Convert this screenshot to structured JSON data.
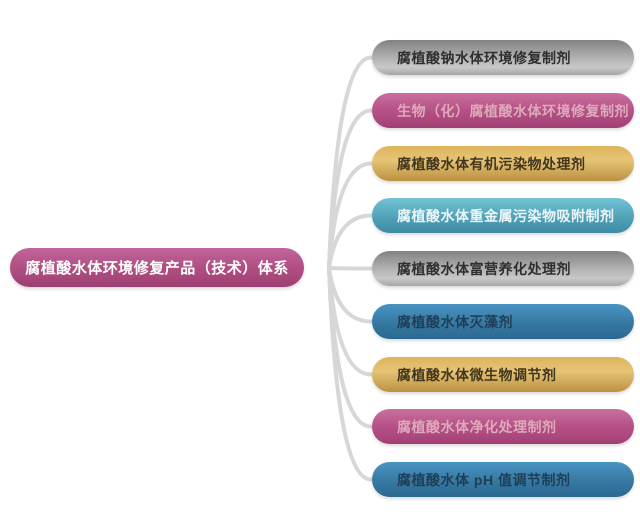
{
  "diagram": {
    "root": {
      "label": "腐植酸水体环境修复产品（技术）体系",
      "palette": "pinkRoot"
    },
    "branches": [
      {
        "label": "腐植酸钠水体环境修复制剂",
        "palette": "silver"
      },
      {
        "label": "生物（化）腐植酸水体环境修复制剂",
        "palette": "pink"
      },
      {
        "label": "腐植酸水体有机污染物处理剂",
        "palette": "gold"
      },
      {
        "label": "腐植酸水体重金属污染物吸附制剂",
        "palette": "teal"
      },
      {
        "label": "腐植酸水体富营养化处理剂",
        "palette": "silver"
      },
      {
        "label": "腐植酸水体灭藻剂",
        "palette": "blue"
      },
      {
        "label": "腐植酸水体微生物调节剂",
        "palette": "gold"
      },
      {
        "label": "腐植酸水体净化处理制剂",
        "palette": "pink"
      },
      {
        "label": "腐植酸水体 pH 值调节制剂",
        "palette": "blue"
      }
    ],
    "palettes": {
      "silver": {
        "gradient": [
          "#828282",
          "#b5b5b5 55%",
          "#c8c8c8 78%",
          "#a6a6a6"
        ],
        "text": "#2f2f2f"
      },
      "pink": {
        "gradient": [
          "#c9709e",
          "#b85389 45%",
          "#a23f74"
        ],
        "text": "#dcaab9"
      },
      "gold": {
        "gradient": [
          "#ddb45c",
          "#e6c476 40%",
          "#ba9140"
        ],
        "text": "#41361f"
      },
      "teal": {
        "gradient": [
          "#74c3d5",
          "#4e9fb6 60%",
          "#3f8ba2"
        ],
        "text": "#ecf6f8"
      },
      "blue": {
        "gradient": [
          "#4a94c3",
          "#34779f 60%",
          "#2b6992"
        ],
        "text": "#1f3e57"
      },
      "pinkRoot": {
        "gradient": [
          "#c0659a",
          "#b14f83 50%",
          "#9d3f72"
        ],
        "text": "#ffffff"
      }
    },
    "connector_color": "#d7d7d7",
    "background_color": "#ffffff"
  }
}
